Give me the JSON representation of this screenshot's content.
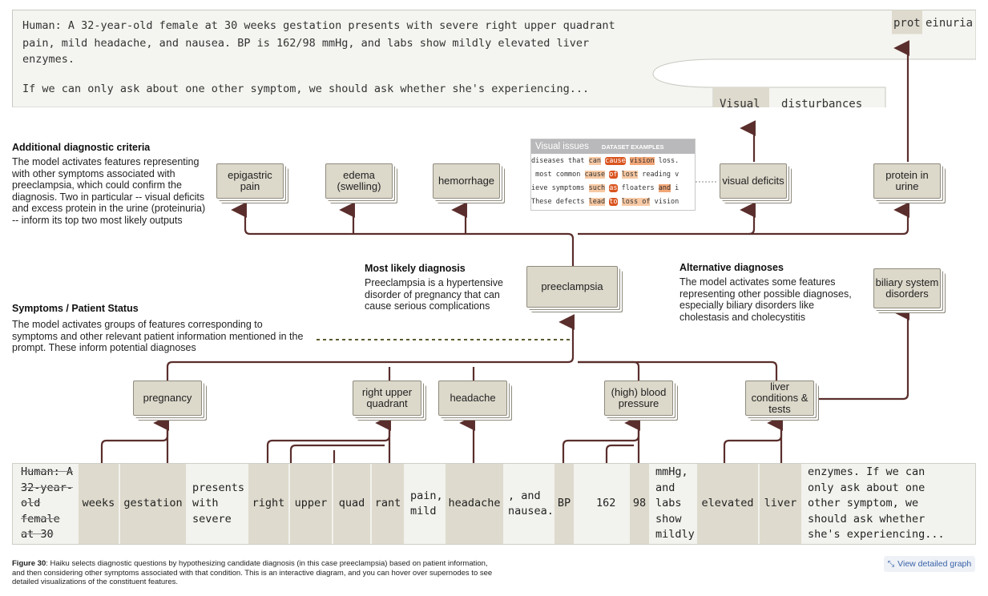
{
  "prompt": {
    "lines": [
      "Human: A 32-year-old female at 30 weeks gestation presents with severe right upper quadrant",
      "pain, mild headache, and nausea. BP is 162/98 mmHg, and labs show mildly elevated liver",
      "enzymes.",
      "If we can only ask about one other symptom, we should ask whether she's experiencing..."
    ],
    "output_token_1_a": "Visual",
    "output_token_1_b": "disturbances",
    "output_token_2_a": "prot",
    "output_token_2_b": "einuria"
  },
  "nodes": {
    "epigastric": "epigastric pain",
    "edema": "edema (swelling)",
    "hemorrhage": "hemorrhage",
    "visual_deficits": "visual deficits",
    "protein_urine": "protein in urine",
    "preeclampsia": "preeclampsia",
    "biliary": "biliary system disorders",
    "pregnancy": "pregnancy",
    "ruq": "right upper quadrant",
    "headache": "headache",
    "bp": "(high) blood pressure",
    "liver": "liver conditions & tests"
  },
  "labels": {
    "additional_title": "Additional diagnostic criteria",
    "additional_body": "The model activates features representing with other symptoms associated with preeclampsia, which could confirm the diagnosis. Two in particular -- visual deficits and excess protein in the urine (proteinuria) -- inform its top two most likely outputs",
    "likely_title": "Most likely diagnosis",
    "likely_body": "Preeclampsia is a hypertensive disorder of pregnancy that can cause serious complications",
    "alt_title": "Alternative diagnoses",
    "alt_body": "The model activates some features representing other possible diagnoses, especially biliary disorders like cholestasis and cholecystitis",
    "symptoms_title": "Symptoms / Patient Status",
    "symptoms_body": "The model activates groups of features corresponding to symptoms and other relevant patient information mentioned in the prompt. These inform potential diagnoses"
  },
  "examples": {
    "title": "Visual issues",
    "subtitle": "DATASET EXAMPLES",
    "rows": [
      [
        "diseases that ",
        "can",
        " ",
        "cause",
        " ",
        "vision",
        " loss."
      ],
      [
        " most common ",
        "cause",
        " ",
        "of",
        " ",
        "lost",
        " reading v"
      ],
      [
        "ieve symptoms ",
        "such",
        " ",
        "as",
        " floaters ",
        "and",
        " i"
      ],
      [
        "These defects ",
        "lead",
        " ",
        "to",
        " ",
        "loss of",
        " vision"
      ]
    ]
  },
  "tokens": {
    "t0": "Human: A\n32-year-\nold\nfemale\nat 30",
    "t1": "weeks",
    "t2": "gestation",
    "t3": "presents\nwith\nsevere",
    "t4": "right",
    "t5": "upper",
    "t6": "quad",
    "t7": "rant",
    "t8": "pain,\nmild",
    "t9": "headache",
    "t10": ", and\nnausea.",
    "t11": "BP",
    "t12": "162",
    "t13": "98",
    "t14": "mmHg,\nand\nlabs\nshow\nmildly",
    "t15": "elevated",
    "t16": "liver",
    "t17": "enzymes. If we can\nonly ask about one\nother symptom, we\nshould ask whether\nshe's experiencing..."
  },
  "caption": {
    "bold": "Figure 30",
    "text": ": Haiku selects diagnostic questions by hypothesizing candidate diagnosis (in this case preeclampsia) based on patient information, and then considering other symptoms associated with that condition. This is an interactive diagram, and you can hover over supernodes to see detailed visualizations of the constituent features."
  },
  "view_graph": "View detailed graph",
  "colors": {
    "edge": "#5a2e2c",
    "node_fill": "#dcd8ca",
    "highlight": "#d9541e"
  }
}
